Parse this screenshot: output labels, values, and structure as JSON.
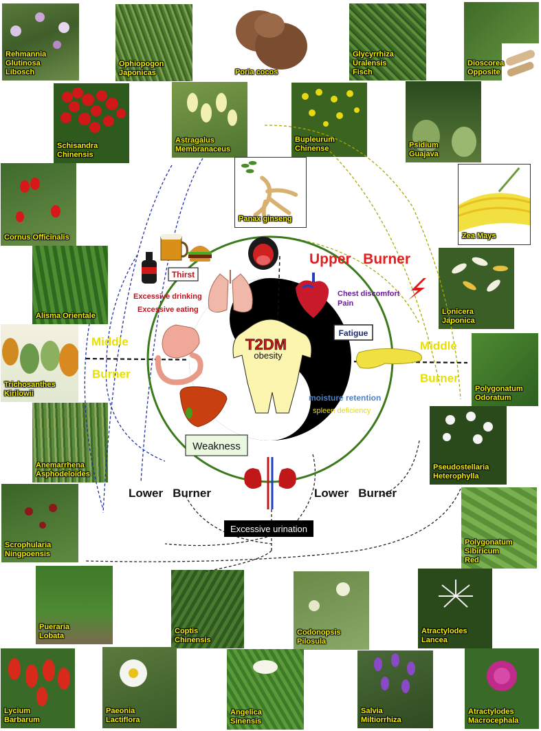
{
  "center": {
    "title": "T2DM",
    "subtitle": "obesity"
  },
  "labels": {
    "upper_burner": "Upper   Burner",
    "middle_left": "Middle",
    "burner_left": "Burner",
    "middle_right": "Middle",
    "burner_right": "Burner",
    "lower_burner_left": "Lower   Burner",
    "lower_burner_right": "Lower   Burner"
  },
  "symptoms": {
    "thirst": "Thirst",
    "excessive_drinking": "Excessive drinking",
    "excessive_eating": "Excessive eating",
    "chest_discomfort": "Chest discomfort",
    "pain": "Pain",
    "fatigue": "Fatigue",
    "moisture_retention": "moisture retention",
    "spleen_deficiency": "spleen deficiency",
    "weakness": "Weakness",
    "excessive_urination": "Excessive urination"
  },
  "herbs": {
    "rehmannia": "Rehmannia\nGlutinosa\nLibosch",
    "ophiopogon": "Ophiopogon\nJaponicas",
    "poria": "Poria cocos",
    "glycyrrhiza": "Glycyrrhiza\nUralensis\nFisch",
    "dioscorea": "Dioscorea\nOpposite",
    "schisandra": "Schisandra\nChinensis",
    "astragalus": "Astragalus\nMembranaceus",
    "bupleurum": "Bupleurum\nChinense",
    "psidium": "Psidium\nGuajava",
    "panax": "Panax ginseng",
    "cornus": "Cornus Officinalis",
    "zea": "Zea Mays",
    "alisma": "Alisma Orientale",
    "lonicera": "Lonicera\nJaponica",
    "trichosanthes": "Trichosanthes\nKirilowii",
    "polygonatum_odoratum": "Polygonatum\nOdoratum",
    "anemarrhena": "Anemarrhena\nAsphodeloides",
    "pseudostellaria": "Pseudostellaria\nHeterophylla",
    "scrophularia": "Scrophularia\nNingpoensis",
    "polygonatum_sibiricum": "Polygonatum\nSibiricum\nRed",
    "pueraria": "Pueraria\nLobata",
    "coptis": "Coptis\nChinensis",
    "codonopsis": "Codonopsis\nPilosula",
    "atractylodes_lancea": "Atractylodes\nLancea",
    "lycium": "Lycium\nBarbarum",
    "paeonia": "Paeonia\nLactiflora",
    "angelica": "Angelica\nSinensis",
    "salvia": "Salvia\nMiltiorrhiza",
    "atractylodes_macrocephala": "Atractylodes\nMacrocephala"
  },
  "colors": {
    "herb_label": "#f5f000",
    "upper_burner": "#e02020",
    "middle_burner": "#e8e000",
    "ring": "#3a7a1a",
    "symptom_red": "#c0101a",
    "symptom_purple": "#6a1a9a",
    "moisture": "#5080c0",
    "blue_dash": "#1f2ea0",
    "olive_dash": "#a8a800"
  },
  "icons": [
    "heart-icon",
    "lightning-icon",
    "lungs-icon",
    "stomach-icon",
    "liver-icon",
    "kidneys-icon",
    "mouth-icon",
    "pancreas-icon",
    "cola-icon",
    "beer-icon",
    "burger-icon",
    "ginseng-root-icon"
  ]
}
